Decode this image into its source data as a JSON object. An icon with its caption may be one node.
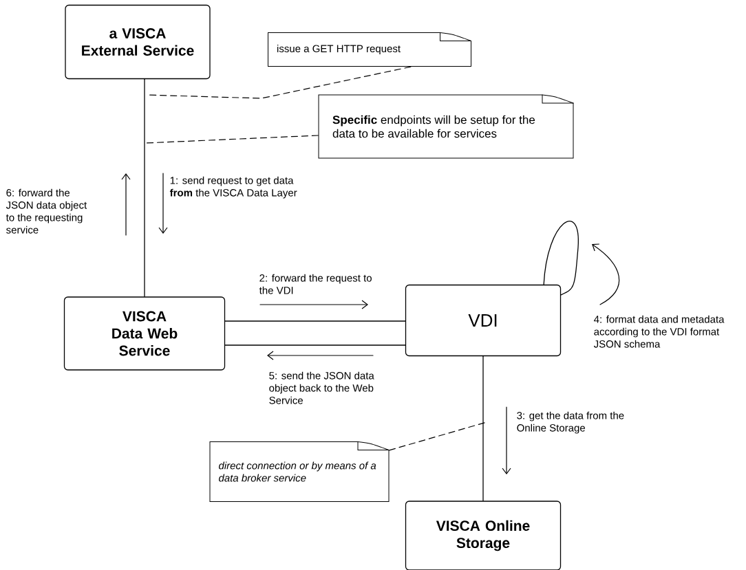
{
  "diagram": {
    "nodes": [
      {
        "text": [
          "a VISCA External Service"
        ]
      },
      {
        "text": [
          "VISCA Data Web Service"
        ]
      },
      {
        "text": [
          "VDI"
        ]
      },
      {
        "text": [
          "VISCA Online Storage"
        ]
      },
      {
        "text": [
          "issue a GET HTTP request"
        ]
      },
      {
        "text": [
          "**Specific** endpoints will be setup for the data to be available for services"
        ]
      },
      {
        "text": [
          "direct connection or by means of a data broker service"
        ]
      }
    ],
    "edges": [
      {
        "from": 0,
        "to": 1,
        "arrow": "none"
      },
      {
        "from": 1,
        "to": 2,
        "arrow": "none"
      },
      {
        "from": 1,
        "to": 2,
        "arrow": "none"
      },
      {
        "from": 2,
        "to": 2,
        "arrow": "none"
      },
      {
        "from": 2,
        "to": 3,
        "arrow": "none"
      },
      {
        "from": 4,
        "to": null,
        "arrow": "none",
        "style": "dashed"
      },
      {
        "from": 5,
        "to": null,
        "arrow": "none",
        "style": "dashed"
      },
      {
        "from": 6,
        "to": null,
        "arrow": "none",
        "style": "dashed"
      }
    ],
    "labels": [
      "1: send request to get data **from** the VISCA Data Layer",
      "2: forward the request to the VDI",
      "3: get the data from the Online Storage",
      "4: format data and metadata according to the VDI format JSON schema",
      "5: send the JSON data object back to the Web Service",
      "6: forward the JSON data object to the requesting service"
    ]
  }
}
